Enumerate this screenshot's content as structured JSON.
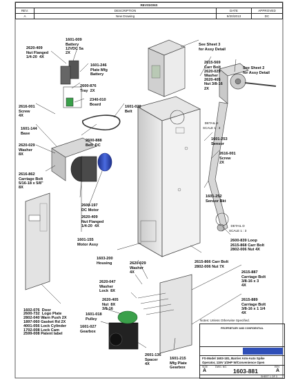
{
  "revisions": {
    "title": "REVISIONS",
    "headers": [
      "REV.",
      "DESCRIPTION",
      "DATE",
      "APPROVED"
    ],
    "rows": [
      [
        "A",
        "New Drawing",
        "9/20/2013",
        "DC"
      ]
    ]
  },
  "callouts": {
    "nut_flanged_top": [
      "2620-409",
      "Nut Flanged",
      "1/4-20  4X"
    ],
    "battery": [
      "1601-009",
      "Battery",
      "12VDC 5a",
      "2X"
    ],
    "plate_battery": [
      "1601-246",
      "Plate Mfg",
      "Battery"
    ],
    "tray": [
      "2600-876",
      "Tray  2X"
    ],
    "board": [
      "2340-010",
      "Board"
    ],
    "belt": [
      "1601-029",
      "Belt"
    ],
    "screw_left": [
      "2616-001",
      "Screw",
      "4X"
    ],
    "base": [
      "1601-144",
      "Base"
    ],
    "washer_left": [
      "2620-029",
      "Washer",
      "8X"
    ],
    "belt_dc": [
      "2600-888",
      "Belt  DC"
    ],
    "carriage_bolt_left": [
      "2616-862",
      "Carriage Bolt",
      "5/16-18 x 5/8\"",
      "8X"
    ],
    "dc_motor": [
      "2600-197",
      "DC Motor"
    ],
    "nut_flanged_mid": [
      "2620-409",
      "Nut Flanged",
      "1/4-20  4X"
    ],
    "motor_assy": [
      "1601-155",
      "Motor Assy"
    ],
    "housing": [
      "1603-200",
      "Housing"
    ],
    "washer_mid": [
      "2620-029",
      "Washer",
      "4X"
    ],
    "washer_lock": [
      "2620-047",
      "Washer",
      "Lock  8X"
    ],
    "nut_8x": [
      "2620-405",
      "Nut  8X",
      "3/8-16"
    ],
    "pulley": [
      "1601-018",
      "Pulley"
    ],
    "gearbox": [
      "1601-027",
      "Gearbox"
    ],
    "door_list": [
      "1602-076  Door",
      "2600-732  Logo Plate",
      "2802-040 Warn Push 2X",
      "1897-060 Gasket Rd 2X",
      "4001-056 Lock Cylinder",
      "1702-008 Lock Cam",
      "2599-008 Patent label"
    ],
    "spacer": [
      "2601-136",
      "Spacer",
      "4X"
    ],
    "mfg_plate_gearbox": [
      "1601-215",
      "Mfg Plate",
      "Gearbox"
    ],
    "see_sheet3": [
      "See Sheet 3",
      "for Assy Detail"
    ],
    "see_sheet2": [
      "See Sheet 2",
      "for Assy Detail"
    ],
    "carr_bolt_group": [
      "2615-569",
      "Carr Bolt",
      "2620-029",
      "Washer",
      "2620-405",
      "Nut 3/8-16",
      "2X"
    ],
    "detail_e": [
      "DETAIL E",
      "SCALE 1 : 3"
    ],
    "sensor": [
      "1601-253",
      "Sensor"
    ],
    "screw_right": [
      "2616-001",
      "Screw",
      "2X"
    ],
    "sensor_bkt": [
      "1601-252",
      "Sensor Bkt"
    ],
    "detail_d": [
      "DETAIL D",
      "SCALE 1 : 3"
    ],
    "loop_group": [
      "2600-839 Loop",
      "2615-868 Carr Bolt",
      "2802-006 Nut 4X"
    ],
    "carr_bolt_7x": [
      "2615-866 Carr Bolt",
      "2802-006 Nut 7X"
    ],
    "carriage_bolt_4x_a": [
      "2615-887",
      "Carriage Bolt",
      "3/8-16 x 3",
      "4X"
    ],
    "carriage_bolt_4x_b": [
      "2615-889",
      "Carriage Bolt",
      "3/8-16 x 1 1/4",
      "4X"
    ]
  },
  "notes": "Notes: Unless Otherwise Specified.",
  "title_block": {
    "proprietary": "PROPRIETARY AND CONFIDENTIAL",
    "description": "FS-Model 1603-181, Barrier Arm-Auto Spike",
    "description2": "Operator, 115V 1/2HP W/Convenience Open",
    "size_label": "SIZE",
    "dwg_label": "DWG. NO.",
    "rev_label": "REV",
    "size": "A",
    "dwg_no": "1603-881",
    "rev": "A",
    "sheet": "SHEET 1 OF 3"
  },
  "colors": {
    "line": "#333333",
    "label": "#0a0a0a",
    "motor_blue": "#2f4fb8",
    "gear_green": "#3aa04a",
    "panel_gray": "#d9d9d9"
  }
}
